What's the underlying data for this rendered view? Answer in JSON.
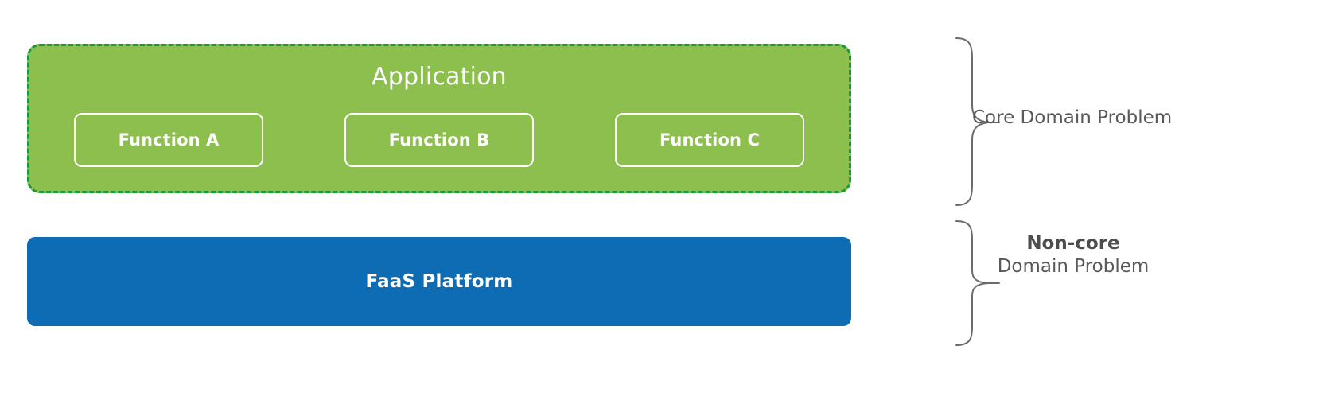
{
  "diagram": {
    "application_layer": {
      "title": "Application",
      "fill_color": "#8cbf4d",
      "border_color": "#17993f",
      "functions": [
        {
          "label": "Function A"
        },
        {
          "label": "Function B"
        },
        {
          "label": "Function C"
        }
      ]
    },
    "platform_layer": {
      "title": "FaaS Platform",
      "fill_color": "#0d6cb4"
    },
    "annotations": [
      {
        "text": "Core Domain Problem",
        "emphasis": "",
        "color": "#595959"
      },
      {
        "emphasis": "Non-core",
        "text": "Domain Problem",
        "color": "#595959"
      }
    ],
    "brace_color": "#6b6b6b"
  }
}
